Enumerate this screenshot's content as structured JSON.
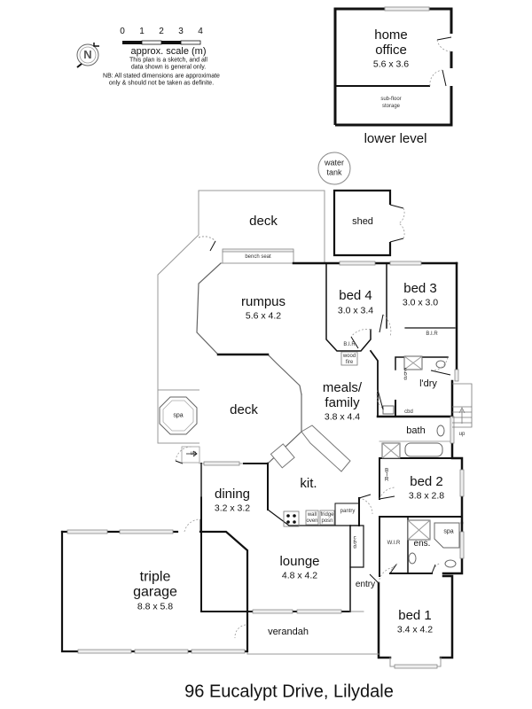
{
  "title": "96 Eucalypt Drive, Lilydale",
  "legend": {
    "compass": "N",
    "scale_ticks": [
      "0",
      "1",
      "2",
      "3",
      "4"
    ],
    "scale_caption": "approx. scale (m)",
    "note_line1": "This plan is a sketch, and all",
    "note_line2": "data shown is general only.",
    "note_line3": "NB: All stated dimensions are approximate",
    "note_line4": "only & should not be taken as definite."
  },
  "lower_level": {
    "caption": "lower level",
    "home_office": {
      "name_line1": "home",
      "name_line2": "office",
      "dims": "5.6 x 3.6"
    },
    "sub_floor": {
      "line1": "sub-floor",
      "line2": "storage"
    }
  },
  "outdoor": {
    "water_tank": {
      "line1": "water",
      "line2": "tank"
    },
    "shed": "shed",
    "deck_top": "deck",
    "deck_mid": "deck",
    "spa_deck": "spa",
    "bench_seat": "bench seat",
    "verandah": "verandah",
    "up_deck": "up",
    "up_stairs": "up"
  },
  "rooms": {
    "rumpus": {
      "name": "rumpus",
      "dims": "5.6 x 4.2"
    },
    "bed4": {
      "name": "bed 4",
      "dims": "3.0 x 3.4"
    },
    "bed3": {
      "name": "bed 3",
      "dims": "3.0 x 3.0"
    },
    "meals": {
      "name_line1": "meals/",
      "name_line2": "family",
      "dims": "3.8 x 4.4"
    },
    "laundry": {
      "name": "l'dry"
    },
    "bath": {
      "name": "bath"
    },
    "kitchen": {
      "name": "kit."
    },
    "dining": {
      "name": "dining",
      "dims": "3.2 x 3.2"
    },
    "bed2": {
      "name": "bed 2",
      "dims": "3.8 x 2.8"
    },
    "lounge": {
      "name": "lounge",
      "dims": "4.8 x 4.2"
    },
    "entry": {
      "name": "entry"
    },
    "ensuite": {
      "name": "ens."
    },
    "ensuite_spa": {
      "name": "spa"
    },
    "bed1": {
      "name": "bed 1",
      "dims": "3.4 x 4.2"
    },
    "garage": {
      "name_line1": "triple",
      "name_line2": "garage",
      "dims": "8.8 x 5.8"
    }
  },
  "fixtures": {
    "bir_bed4": "B.I.R",
    "bir_bed3": "B.I.R",
    "bir_bed2": "BIR",
    "wir": "W.I.R",
    "wood_fire_line1": "wood",
    "wood_fire_line2": "fire",
    "cbd_laundry": "cbd",
    "cbd_small": "cbd",
    "cbd_entry": "cbd",
    "pantry": "pantry",
    "wall_oven_line1": "wall",
    "wall_oven_line2": "oven",
    "fridge_line1": "fridge",
    "fridge_line2": "posn"
  }
}
